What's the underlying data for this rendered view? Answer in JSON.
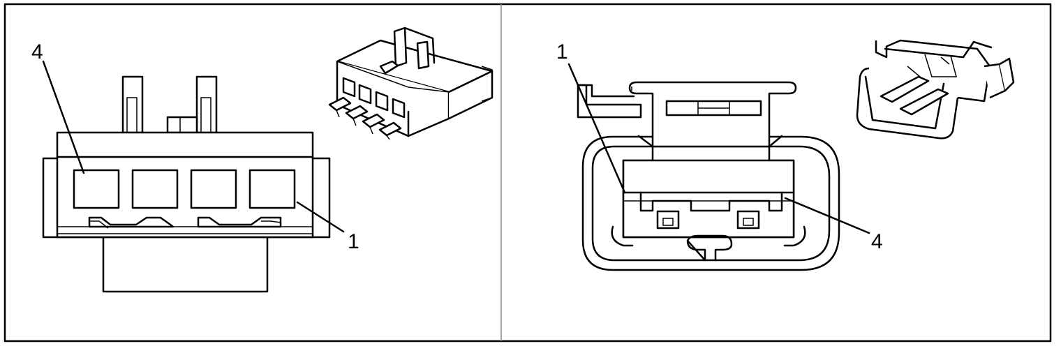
{
  "panels": [
    {
      "id": "left",
      "callouts": [
        {
          "text": "4"
        },
        {
          "text": "1"
        }
      ]
    },
    {
      "id": "right",
      "callouts": [
        {
          "text": "1"
        },
        {
          "text": "4"
        }
      ]
    }
  ]
}
